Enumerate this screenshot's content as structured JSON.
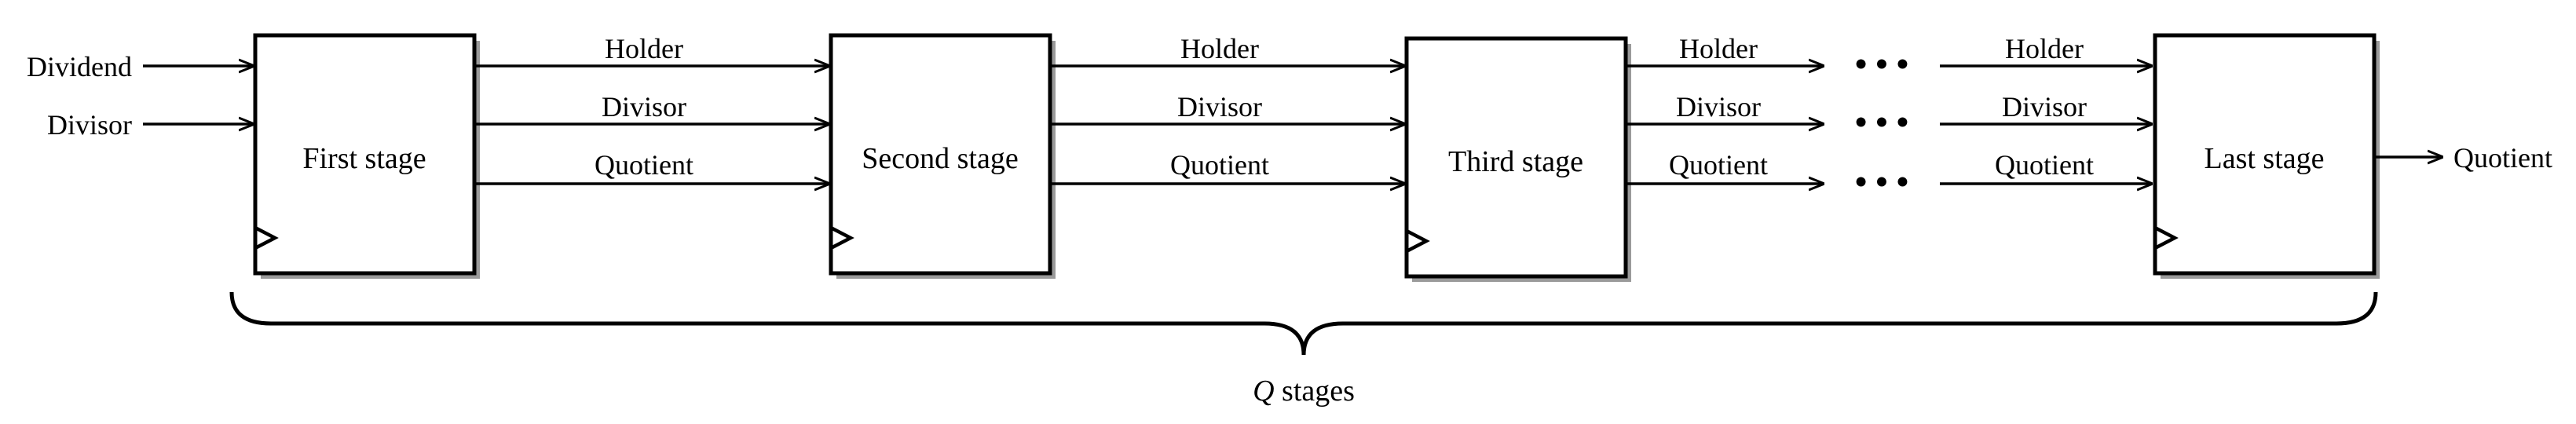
{
  "inputs": {
    "dividend": "Dividend",
    "divisor": "Divisor"
  },
  "stages": [
    {
      "label": "First stage"
    },
    {
      "label": "Second stage"
    },
    {
      "label": "Third stage"
    },
    {
      "label": "Last stage"
    }
  ],
  "signals": {
    "holder": "Holder",
    "divisor": "Divisor",
    "quotient": "Quotient"
  },
  "ellipsis": "• • •",
  "output": {
    "quotient": "Quotient"
  },
  "brace": {
    "var": "Q",
    "text": " stages"
  },
  "colors": {
    "stroke": "#000000",
    "shadow": "#9a9a9a",
    "background": "#ffffff"
  }
}
